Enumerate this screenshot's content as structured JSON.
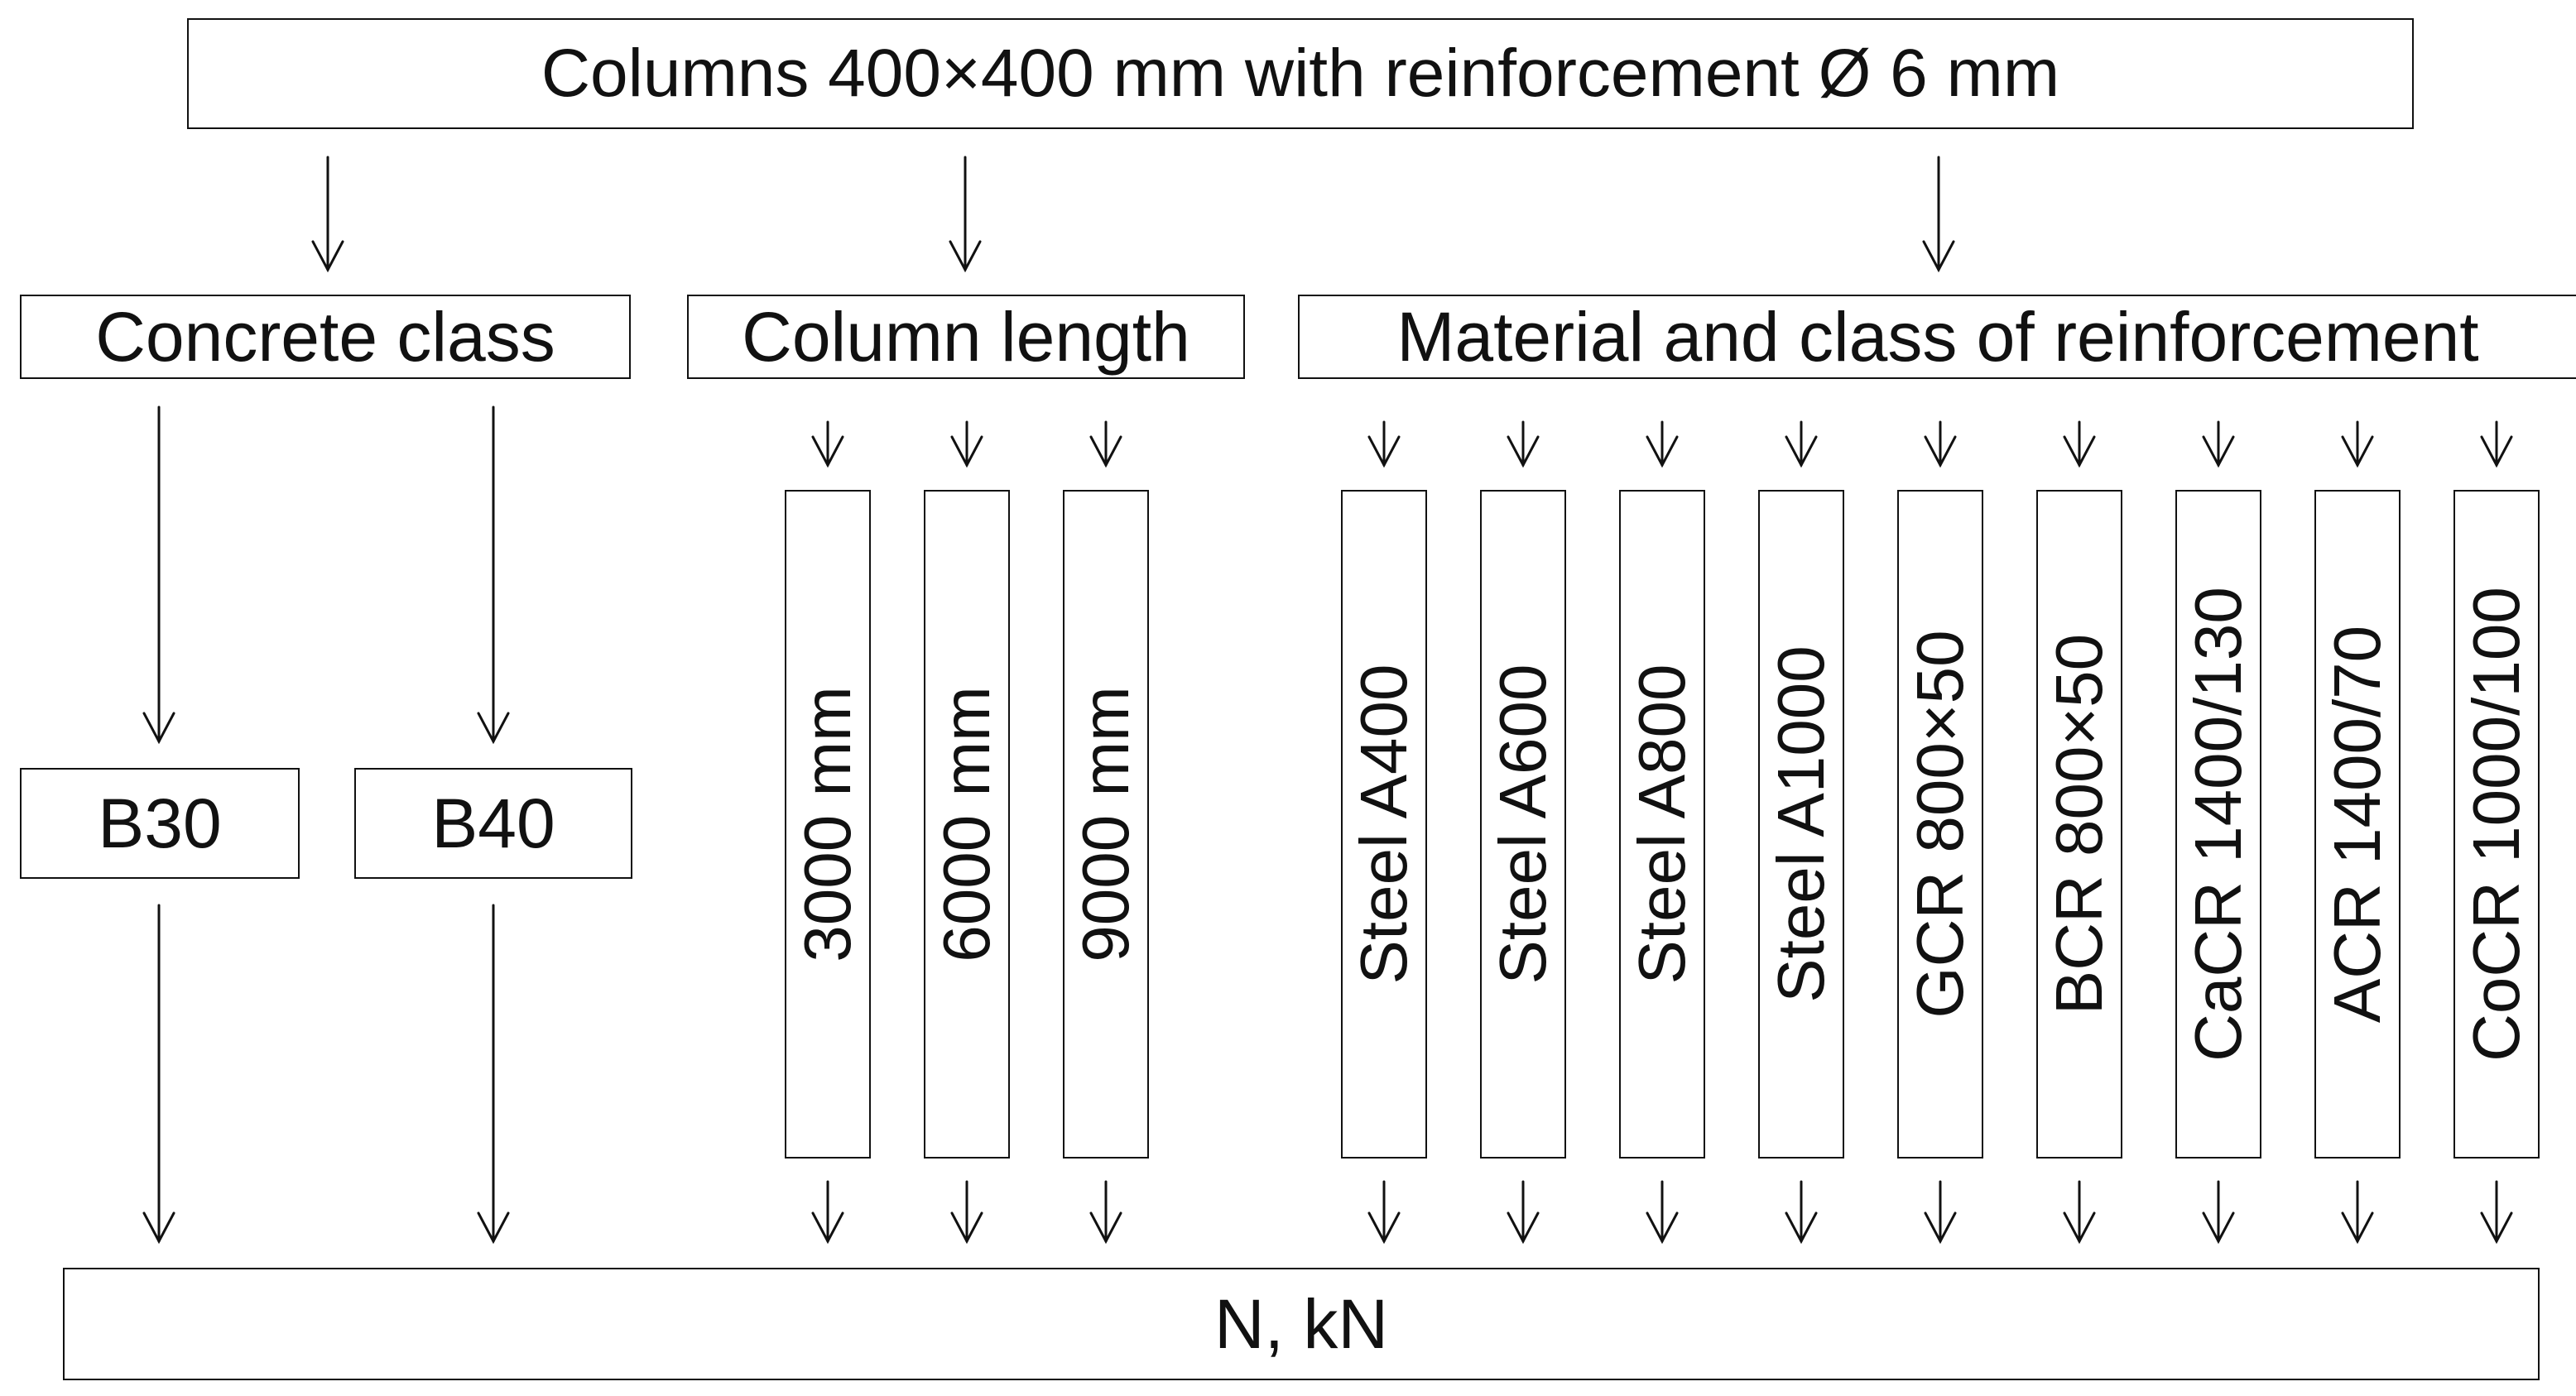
{
  "title": "Columns 400×400 mm with reinforcement Ø 6 mm",
  "headers": {
    "concrete": "Concrete class",
    "length": "Column length",
    "material": "Material and class of reinforcement"
  },
  "concrete_classes": [
    "B30",
    "B40"
  ],
  "lengths": [
    "3000 mm",
    "6000 mm",
    "9000 mm"
  ],
  "materials": [
    "Steel A400",
    "Steel A600",
    "Steel A800",
    "Steel A1000",
    "GCR 800×50",
    "BCR 800×50",
    "CaCR 1400/130",
    "ACR 1400/70",
    "CoCR 1000/100"
  ],
  "result": "N, kN",
  "colors": {
    "line": "#111111",
    "background": "#ffffff"
  }
}
